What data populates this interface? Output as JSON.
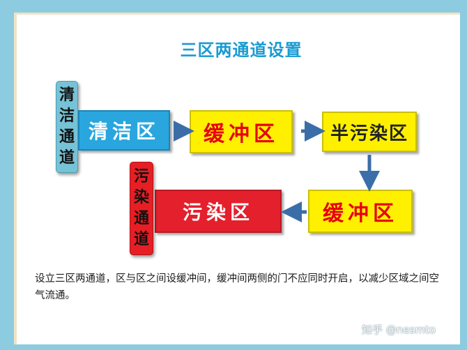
{
  "title": "三区两通道设置",
  "zones": {
    "clean": "清洁区",
    "buffer_1": "缓冲区",
    "semi_contaminated": "半污染区",
    "buffer_2": "缓冲区",
    "contaminated": "污染区"
  },
  "channels": {
    "clean": [
      "清",
      "洁",
      "通",
      "道"
    ],
    "contaminated": [
      "污",
      "染",
      "通",
      "道"
    ]
  },
  "caption": "设立三区两通道，区与区之间设缓冲间，缓冲间两侧的门不应同时开启，以减少区域之间空气流通。",
  "watermark": "知乎 @nesmto",
  "colors": {
    "title": "#1a9bd1",
    "clean_zone": "#29a6de",
    "buffer_zone": "#fff000",
    "contaminated_zone": "#e4202c",
    "arrow": "#3b6ea8"
  }
}
